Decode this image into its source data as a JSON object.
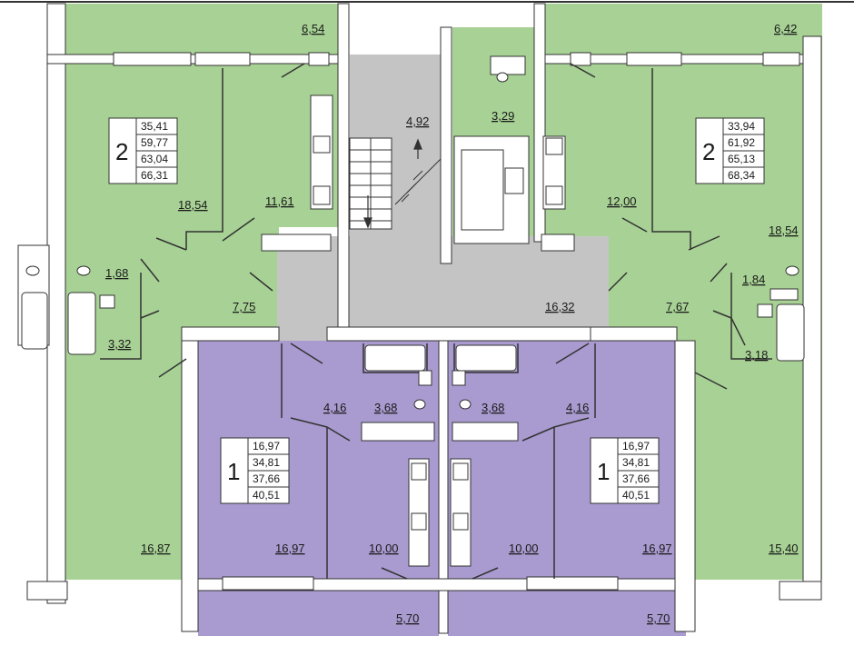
{
  "colors": {
    "green": "#a8d295",
    "purple": "#a99bd0",
    "gray": "#c4c4c4",
    "wall": "#ffffff",
    "outline": "#333333"
  },
  "apartments": [
    {
      "id": "apt-left-2",
      "rooms": "2",
      "areas": [
        "35,41",
        "59,77",
        "63,04",
        "66,31"
      ]
    },
    {
      "id": "apt-right-2",
      "rooms": "2",
      "areas": [
        "33,94",
        "61,92",
        "65,13",
        "68,34"
      ]
    },
    {
      "id": "apt-left-1",
      "rooms": "1",
      "areas": [
        "16,97",
        "34,81",
        "37,66",
        "40,51"
      ]
    },
    {
      "id": "apt-right-1",
      "rooms": "1",
      "areas": [
        "16,97",
        "34,81",
        "37,66",
        "40,51"
      ]
    }
  ],
  "room_labels": {
    "balcony_top_left": "6,54",
    "balcony_top_right": "6,42",
    "stair": "4,92",
    "hall_right_small": "3,29",
    "room_left_a": "18,54",
    "kitchen_left": "11,61",
    "kitchen_right": "12,00",
    "room_right_a": "18,54",
    "wc_left": "1,68",
    "wc_right": "1,84",
    "corridor_left": "7,75",
    "corridor_gray": "16,32",
    "corridor_right": "7,67",
    "bath_left": "3,32",
    "bath_right": "3,18",
    "hall_1l": "4,16",
    "bath_1l": "3,68",
    "bath_1r": "3,68",
    "hall_1r": "4,16",
    "room_left_b": "16,87",
    "room_1l": "16,97",
    "kitchen_1l": "10,00",
    "kitchen_1r": "10,00",
    "room_1r": "16,97",
    "room_right_b": "15,40",
    "balcony_bottom_left": "5,70",
    "balcony_bottom_right": "5,70"
  }
}
